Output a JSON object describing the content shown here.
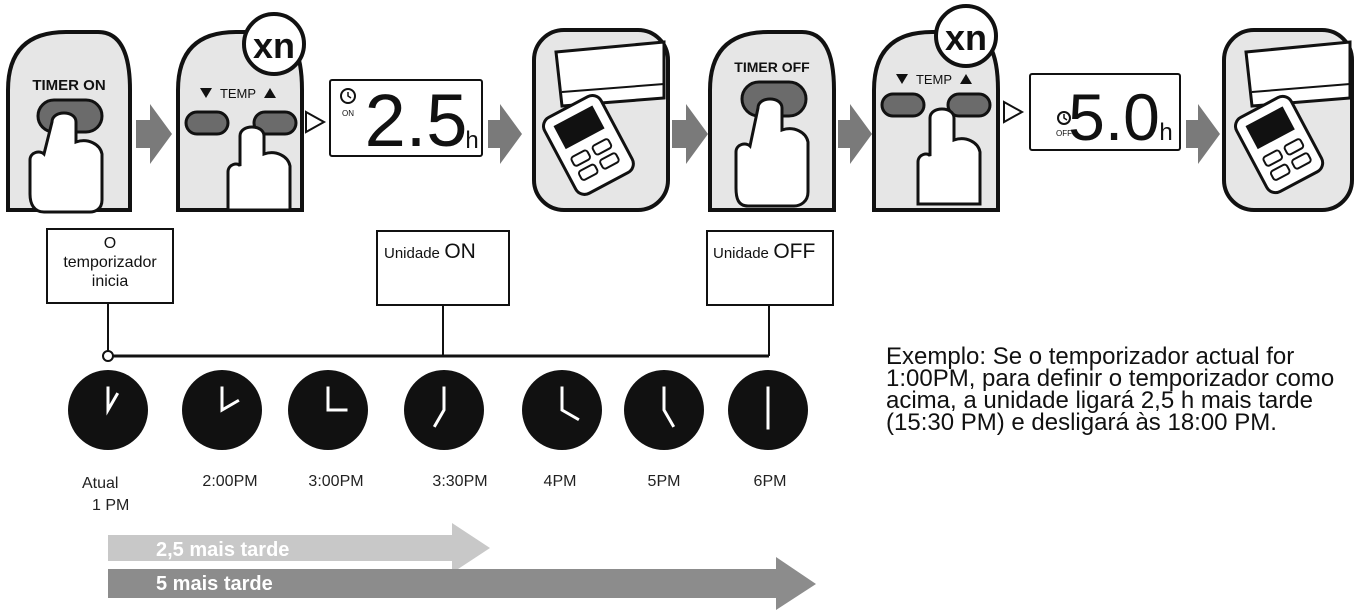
{
  "steps": {
    "timer_on_label": "TIMER ON",
    "temp_label": "TEMP",
    "repeat_badge": "xn",
    "display1": {
      "mode": "ON",
      "value": "2.5",
      "unit": "h"
    },
    "timer_off_label": "TIMER OFF",
    "display2": {
      "mode": "OFF",
      "value": "5.0",
      "unit": "h"
    }
  },
  "timeline": {
    "events": [
      {
        "lines": [
          "O",
          "temporizador",
          "inicia"
        ]
      },
      {
        "prefix": "Unidade",
        "state": "ON"
      },
      {
        "prefix": "Unidade",
        "state": "OFF"
      }
    ],
    "times": [
      {
        "lines": [
          "Atual",
          "1 PM"
        ],
        "minutes": 5
      },
      {
        "lines": [
          "2:00PM"
        ],
        "minutes": 10
      },
      {
        "lines": [
          "3:00PM"
        ],
        "minutes": 15
      },
      {
        "lines": [
          "3:30PM"
        ],
        "minutes": 35
      },
      {
        "lines": [
          "4PM"
        ],
        "minutes": 20
      },
      {
        "lines": [
          "5PM"
        ],
        "minutes": 25
      },
      {
        "lines": [
          "6PM"
        ],
        "minutes": 30
      }
    ]
  },
  "arrows": {
    "later_25": "2,5 mais tarde",
    "later_5": "5 mais tarde"
  },
  "example_text": "Exemplo: Se o temporizador actual for 1:00PM, para definir o temporizador como acima, a unidade ligará 2,5 h mais tarde (15:30 PM) e desligará às 18:00 PM.",
  "colors": {
    "dark": "#111111",
    "button": "#6b6b6b",
    "panel": "#e6e6e6",
    "arrow_light": "#c8c8c8",
    "arrow_dark": "#8c8c8c",
    "step_arrow": "#7a7a7a"
  }
}
